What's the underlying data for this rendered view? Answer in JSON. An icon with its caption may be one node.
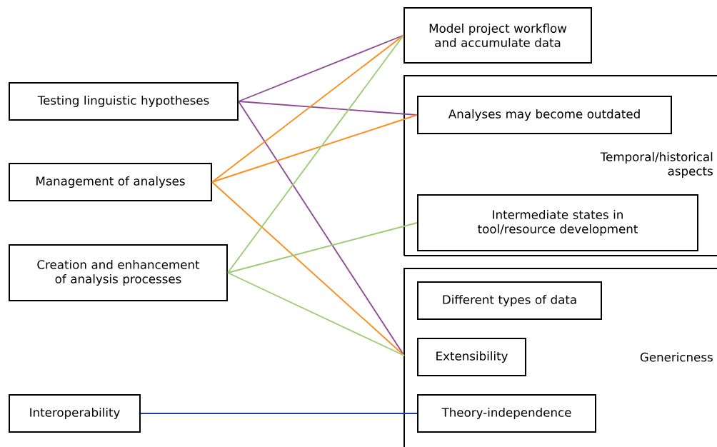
{
  "diagram": {
    "nodes": [
      {
        "text": [
          "Testing linguistic hypotheses"
        ]
      },
      {
        "text": [
          "Management of analyses"
        ]
      },
      {
        "text": [
          "Creation and enhancement of analysis processes"
        ]
      },
      {
        "text": [
          "Interoperability"
        ]
      },
      {
        "text": [
          "Model project workflow and accumulate data"
        ]
      },
      {
        "text": [
          "Temporal/historical aspects"
        ]
      },
      {
        "text": [
          "Analyses may become outdated"
        ],
        "in": 5
      },
      {
        "text": [
          "Intermediate states in tool/resource development"
        ],
        "in": 5
      },
      {
        "text": [
          "Genericness"
        ]
      },
      {
        "text": [
          "Different types of data"
        ],
        "in": 8
      },
      {
        "text": [
          "Extensibility"
        ],
        "in": 8
      },
      {
        "text": [
          "Theory-independence"
        ],
        "in": 8
      }
    ],
    "edges": [
      {
        "from": 0,
        "to": 4,
        "arrow": "none",
        "color": "#8e4a95"
      },
      {
        "from": 0,
        "to": 6,
        "arrow": "none",
        "color": "#8e4a95"
      },
      {
        "from": 0,
        "to": 8,
        "arrow": "none",
        "color": "#8e4a95"
      },
      {
        "from": 1,
        "to": 4,
        "arrow": "none",
        "color": "#ff8c1a"
      },
      {
        "from": 1,
        "to": 6,
        "arrow": "none",
        "color": "#ff8c1a"
      },
      {
        "from": 1,
        "to": 8,
        "arrow": "none",
        "color": "#ff8c1a"
      },
      {
        "from": 2,
        "to": 4,
        "arrow": "none",
        "color": "#9ccc72"
      },
      {
        "from": 2,
        "to": 7,
        "arrow": "none",
        "color": "#9ccc72"
      },
      {
        "from": 2,
        "to": 8,
        "arrow": "none",
        "color": "#9ccc72"
      },
      {
        "from": 3,
        "to": 11,
        "arrow": "none",
        "color": "#1f3ca6"
      }
    ]
  }
}
